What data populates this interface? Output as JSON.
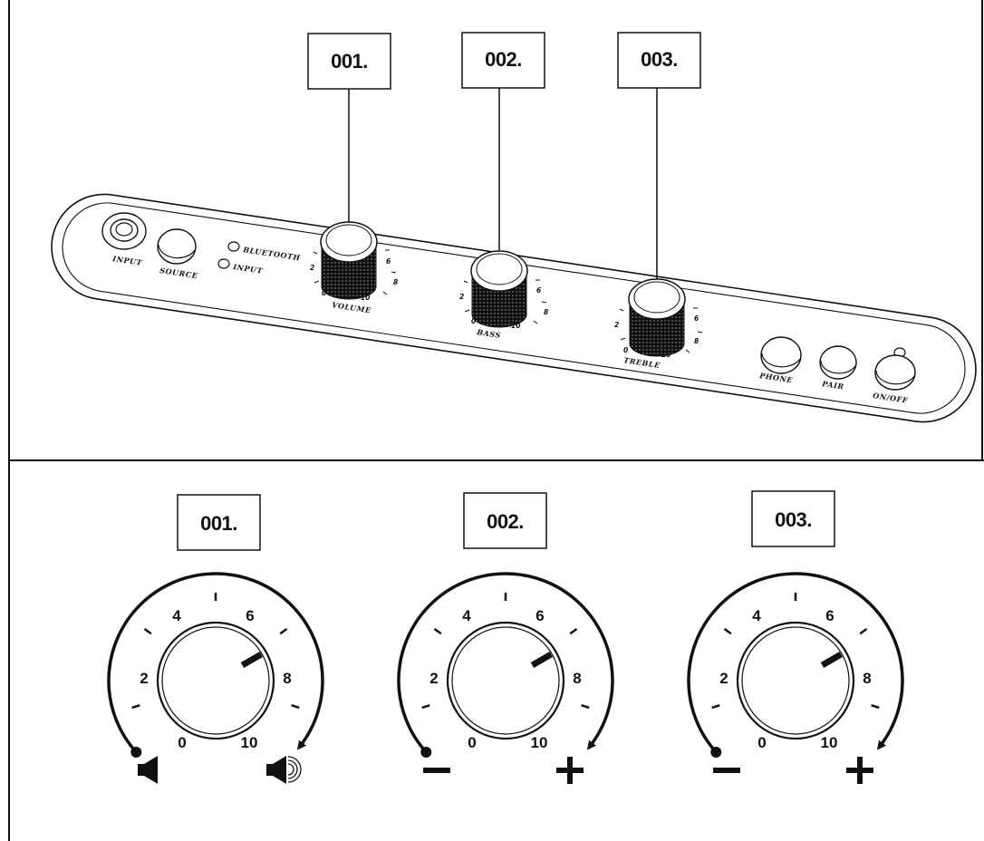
{
  "top_panel": {
    "callouts": [
      {
        "label": "001."
      },
      {
        "label": "002."
      },
      {
        "label": "003."
      }
    ],
    "labels": {
      "input_jack": "INPUT",
      "source": "SOURCE",
      "led_bluetooth": "BLUETOOTH",
      "led_input": "INPUT",
      "volume": "VOLUME",
      "bass": "BASS",
      "treble": "TREBLE",
      "phone": "PHONE",
      "pair": "PAIR",
      "on_off": "ON/OFF"
    },
    "knob_scale": [
      "0",
      "2",
      "6",
      "8",
      "10"
    ]
  },
  "bottom_panel": {
    "dials": [
      {
        "callout": "001.",
        "scale": [
          "0",
          "2",
          "4",
          "6",
          "8",
          "10"
        ],
        "min_icon": "speaker-quiet-icon",
        "max_icon": "speaker-loud-icon"
      },
      {
        "callout": "002.",
        "scale": [
          "0",
          "2",
          "4",
          "6",
          "8",
          "10"
        ],
        "min_icon": "minus-icon",
        "max_icon": "plus-icon"
      },
      {
        "callout": "003.",
        "scale": [
          "0",
          "2",
          "4",
          "6",
          "8",
          "10"
        ],
        "min_icon": "minus-icon",
        "max_icon": "plus-icon"
      }
    ]
  },
  "colors": {
    "ink": "#111111",
    "paper": "#ffffff"
  }
}
